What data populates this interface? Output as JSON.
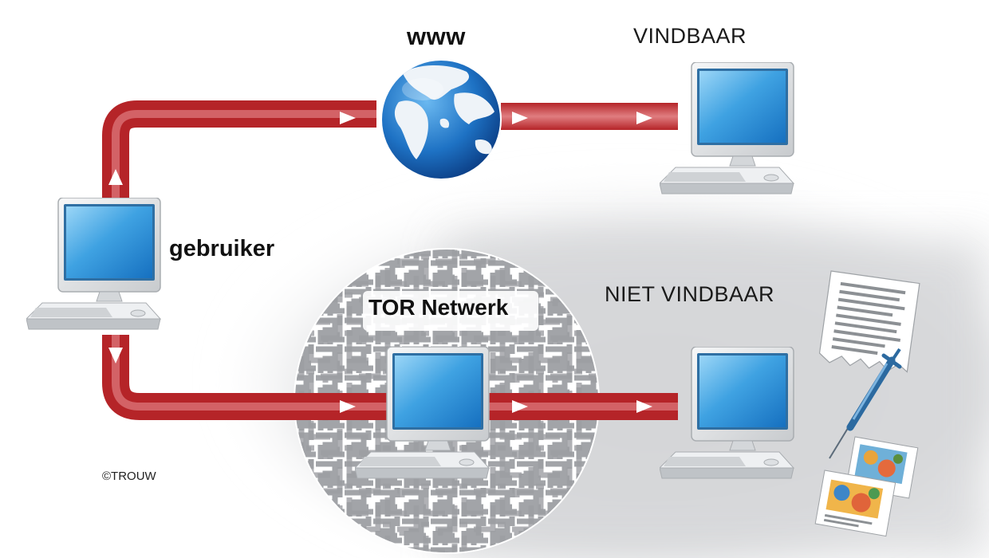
{
  "labels": {
    "www": "www",
    "vindbaar": "VINDBAAR",
    "gebruiker": "gebruiker",
    "tor_network": "TOR Netwerk",
    "niet_vindbaar": "NIET VINDBAAR",
    "credit": "©TROUW"
  },
  "colors": {
    "pipe": "#c62f33",
    "pipe_light": "#e4878a",
    "screen": "#1e88d2",
    "screen_light": "#8fd0f5",
    "computer_body": "#e2e4e6",
    "maze": "#a2a4a8",
    "globe_ocean": "#1e7ccc",
    "globe_land": "#eef3f8"
  },
  "icons": [
    "globe-icon",
    "computer-icon",
    "maze-icon",
    "document-icon",
    "syringe-icon",
    "photo-icon",
    "arrow-icon"
  ]
}
